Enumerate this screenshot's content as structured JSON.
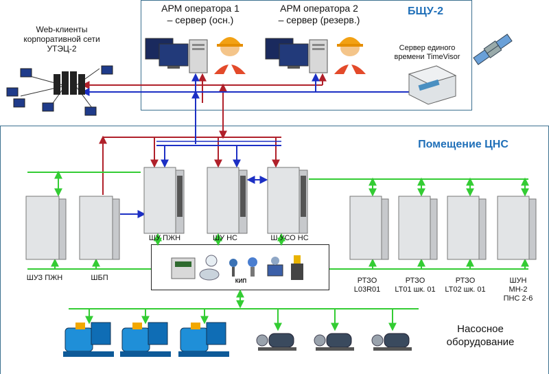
{
  "colors": {
    "red_link": "#b0202a",
    "blue_link": "#1c2fc4",
    "green_link": "#33cc33",
    "frame": "#3a6f8f",
    "title": "#1f6fb8"
  },
  "bshu": {
    "title": "БЩУ-2",
    "arm1": [
      "АРМ оператора 1",
      "– сервер (осн.)"
    ],
    "arm2": [
      "АРМ оператора 2",
      "– сервер (резерв.)"
    ],
    "time_server": [
      "Сервер единого",
      "времени TimeVisor"
    ]
  },
  "web_clients": [
    "Web-клиенты",
    "корпоративной сети",
    "УТЭЦ-2"
  ],
  "cns": {
    "title": "Помещение ЦНС",
    "cabinets_left": [
      {
        "id": "shuz",
        "label": [
          "ШУЗ ПЖН"
        ]
      },
      {
        "id": "shbp",
        "label": [
          "ШБП"
        ]
      },
      {
        "id": "shu_pzhn",
        "label": [
          "ШУ ПЖН"
        ]
      },
      {
        "id": "shu_ns",
        "label": [
          "ШУ НС"
        ]
      },
      {
        "id": "sh_uso_ns",
        "label": [
          "Ш УСО НС"
        ]
      }
    ],
    "cabinets_right": [
      {
        "id": "rtzo1",
        "label": [
          "РТЗО",
          "L03R01"
        ]
      },
      {
        "id": "rtzo2",
        "label": [
          "РТЗО",
          "LT01 шк. 01"
        ]
      },
      {
        "id": "rtzo3",
        "label": [
          "РТЗО",
          "LT02 шк. 01"
        ]
      },
      {
        "id": "shun",
        "label": [
          "ШУН",
          "МН-2",
          "ПНС 2-6"
        ]
      }
    ],
    "kip_label": "КИП"
  },
  "pumps": {
    "label": [
      "Насосное",
      "оборудование"
    ],
    "large": [
      "pump-1",
      "pump-2",
      "pump-3"
    ],
    "small": [
      "pump-4",
      "pump-5",
      "pump-6"
    ]
  },
  "icons": [
    "satellite-icon",
    "operator-icon",
    "monitor-icon",
    "server-rack-icon",
    "cabinet-icon",
    "pump-icon",
    "instrument-icon"
  ]
}
